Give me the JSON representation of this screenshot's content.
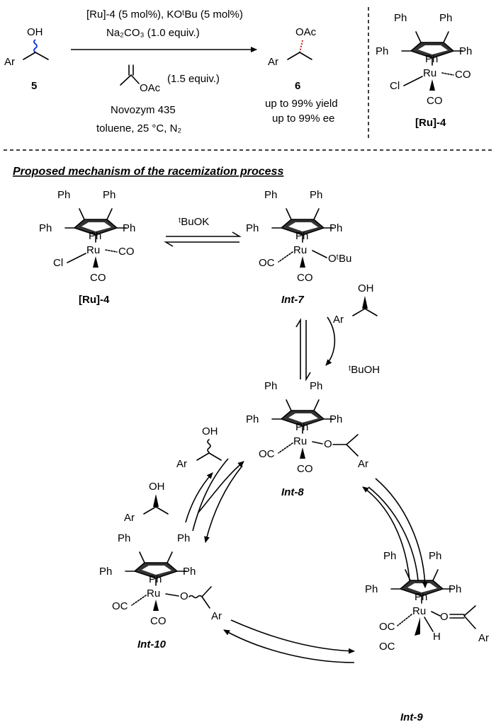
{
  "top_reaction": {
    "reagent_line_1": "[Ru]-4 (5 mol%), KOᵗBu (5 mol%)",
    "reagent_line_2": "Na₂CO₃ (1.0 equiv.)",
    "reagent_amount": "(1.5 equiv.)",
    "enzyme": "Novozym 435",
    "conditions": "toluene, 25 °C, N₂",
    "substrate_label": "5",
    "product_label": "6",
    "yield": "up to 99% yield",
    "ee": "up to 99% ee",
    "catalyst_label": "[Ru]-4"
  },
  "heading": "Proposed mechanism of the racemization process",
  "mechanism": {
    "base_reagent": "ᵗBuOK",
    "byproduct": "ᵗBuOH",
    "intermediates": {
      "ru4": "[Ru]-4",
      "int7": "Int-7",
      "int8": "Int-8",
      "int9": "Int-9",
      "int10": "Int-10"
    }
  },
  "atoms": {
    "ph": "Ph",
    "ru": "Ru",
    "co_right": "CO",
    "co_left": "OC",
    "cl": "Cl",
    "oh": "OH",
    "oac": "OAc",
    "ar": "Ar",
    "o": "O",
    "h": "H",
    "otbu": "OᵗBu"
  }
}
